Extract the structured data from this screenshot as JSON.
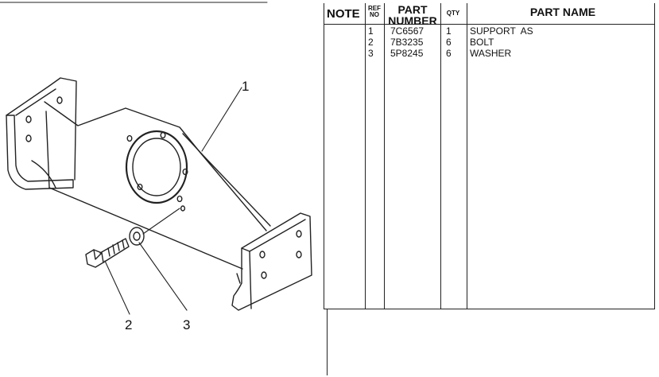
{
  "callouts": [
    "1",
    "2",
    "3"
  ],
  "table": {
    "headers": {
      "note": "NOTE",
      "ref_top": "REF",
      "ref_bottom": "NO",
      "part_top": "PART",
      "part_bottom": "NUMBER",
      "qty": "QTY",
      "name": "PART NAME"
    },
    "rows": [
      {
        "ref": "1",
        "part_number": "7C6567",
        "qty": "1",
        "name": "SUPPORT  AS"
      },
      {
        "ref": "2",
        "part_number": "7B3235",
        "qty": "6",
        "name": "BOLT"
      },
      {
        "ref": "3",
        "part_number": "5P8245",
        "qty": "6",
        "name": "WASHER"
      }
    ]
  }
}
